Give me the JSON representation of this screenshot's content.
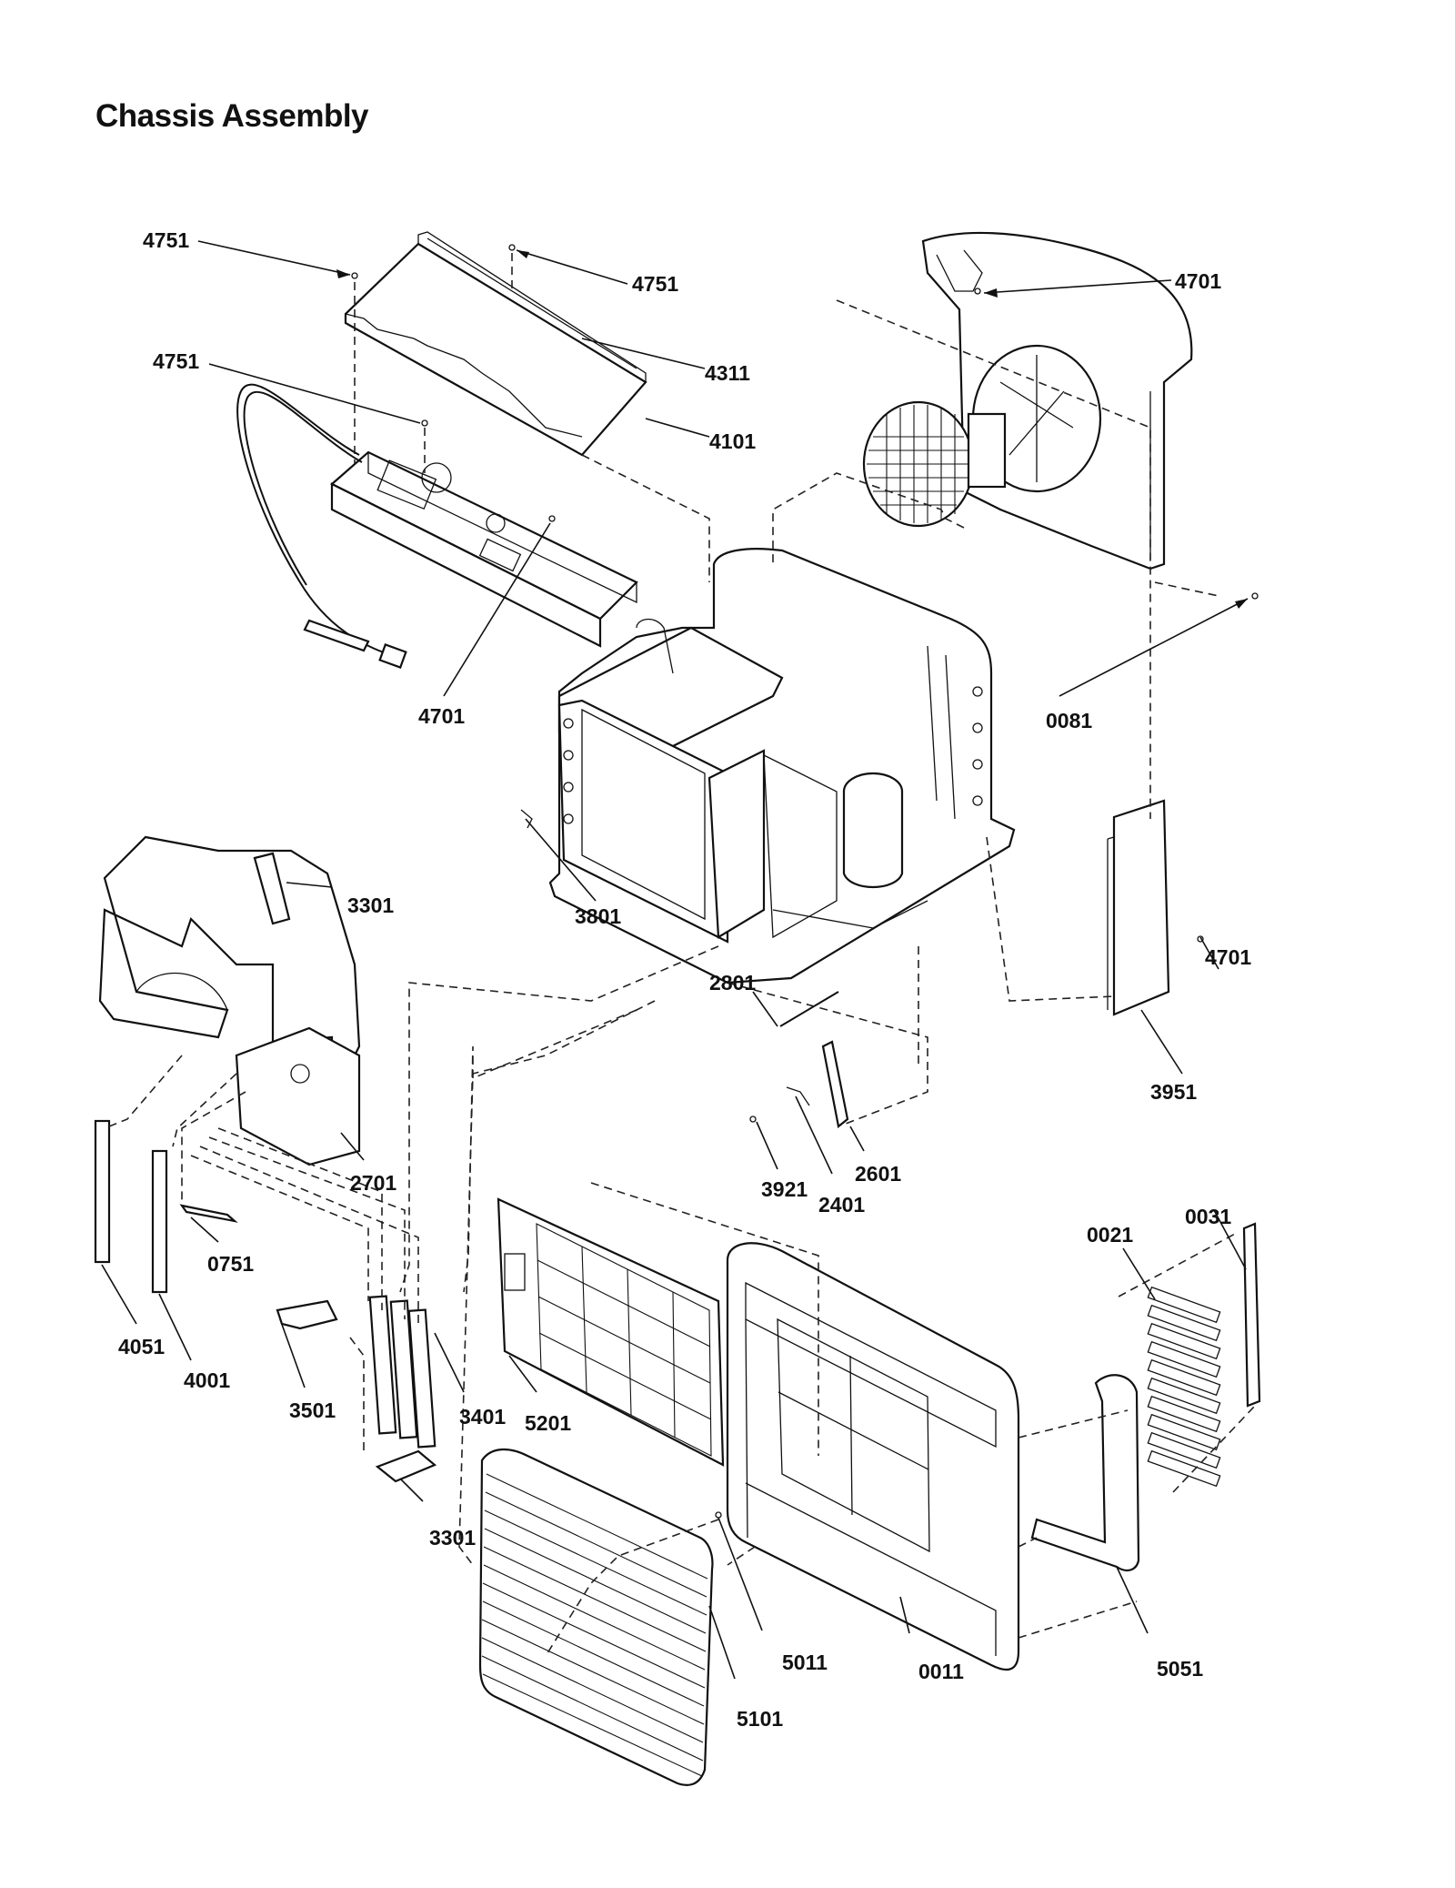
{
  "title": "Chassis Assembly",
  "part_labels": {
    "p4751a": "4751",
    "p4751b": "4751",
    "p4751c": "4751",
    "p4311": "4311",
    "p4101": "4101",
    "p4701a": "4701",
    "p4701b": "4701",
    "p4701c": "4701",
    "p0081": "0081",
    "p3301a": "3301",
    "p3301b": "3301",
    "p3801": "3801",
    "p2801": "2801",
    "p3951": "3951",
    "p2601": "2601",
    "p3921": "3921",
    "p2401": "2401",
    "p2701": "2701",
    "p0751": "0751",
    "p4051": "4051",
    "p4001": "4001",
    "p3501": "3501",
    "p3401": "3401",
    "p5201": "5201",
    "p0021": "0021",
    "p0031": "0031",
    "p5011": "5011",
    "p0011": "0011",
    "p5051": "5051",
    "p5101": "5101"
  }
}
